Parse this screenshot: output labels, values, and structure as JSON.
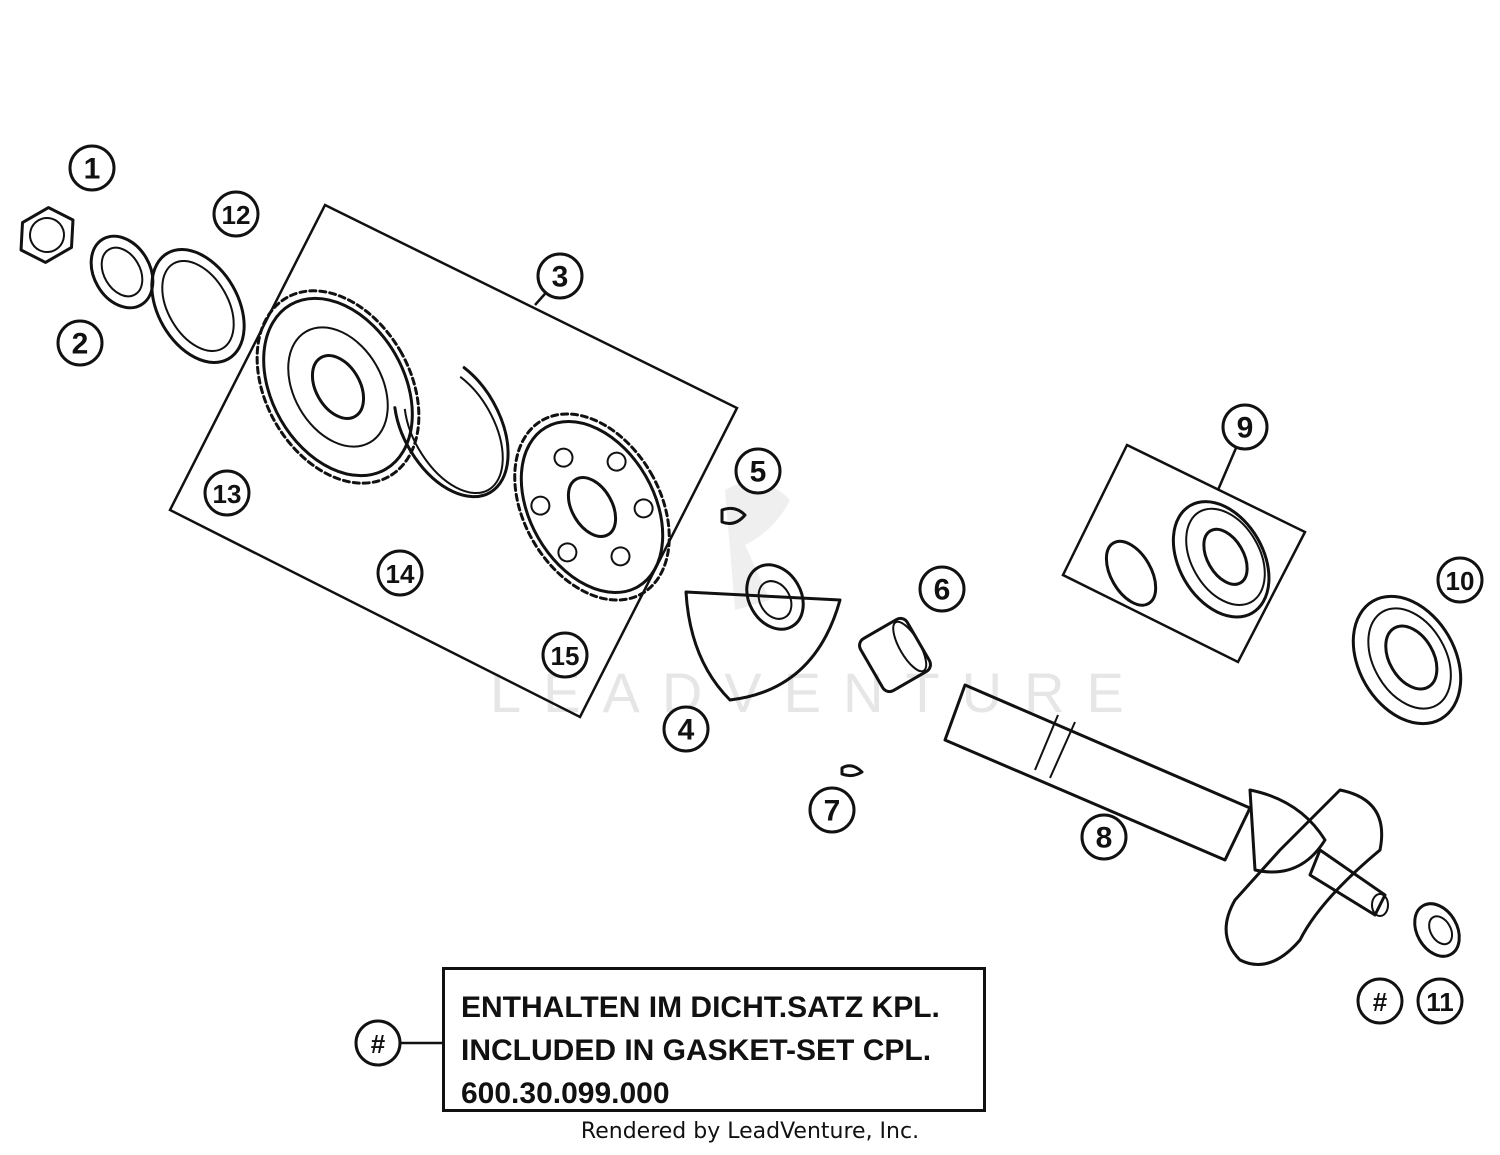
{
  "diagram": {
    "callouts": [
      "1",
      "2",
      "3",
      "4",
      "5",
      "6",
      "7",
      "8",
      "9",
      "10",
      "11",
      "12",
      "13",
      "14",
      "15"
    ],
    "hash_symbol": "#"
  },
  "note": {
    "line_de": "ENTHALTEN IM DICHT.SATZ KPL.",
    "line_en": "INCLUDED IN GASKET-SET CPL.",
    "part_number": "600.30.099.000"
  },
  "watermark": "LEADVENTURE",
  "footer": "Rendered by LeadVenture, Inc."
}
